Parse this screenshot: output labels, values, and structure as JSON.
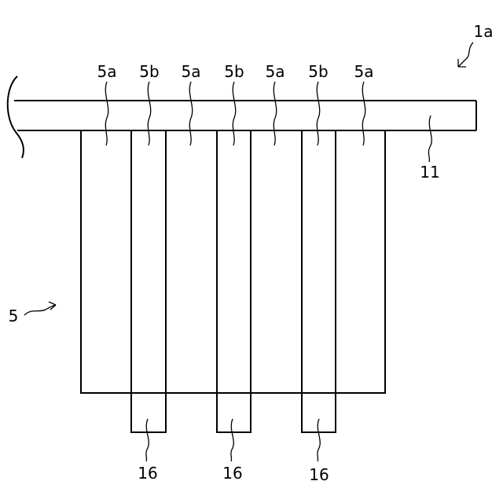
{
  "labels": {
    "assembly": "1a",
    "member": "11",
    "body": "5",
    "segments": [
      "5a",
      "5b",
      "5a",
      "5b",
      "5a",
      "5b",
      "5a"
    ],
    "tabs": [
      "16",
      "16",
      "16"
    ]
  },
  "colors": {
    "stroke": "#000000",
    "background": "#ffffff"
  }
}
